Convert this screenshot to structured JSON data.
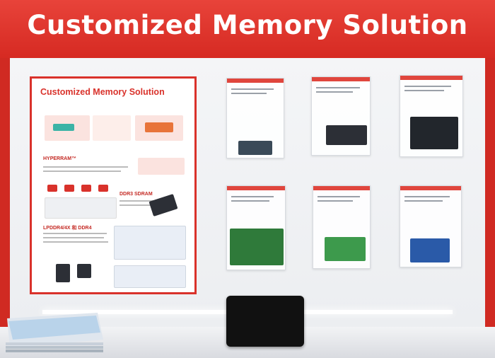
{
  "banner": {
    "title": "Customized Memory Solution"
  },
  "poster": {
    "title": "Customized Memory Solution",
    "sections": [
      "HYPERRAM™",
      "DDR3 SDRAM",
      "LPDDR4/4X 和 DDR4"
    ]
  },
  "colors": {
    "brand_red": "#d9322b",
    "wall": "#f2f3f5",
    "board_green": "#2f7a3a",
    "board_blue": "#2a5aa8"
  },
  "icons": [
    "tablet-display",
    "brochure-stack"
  ]
}
